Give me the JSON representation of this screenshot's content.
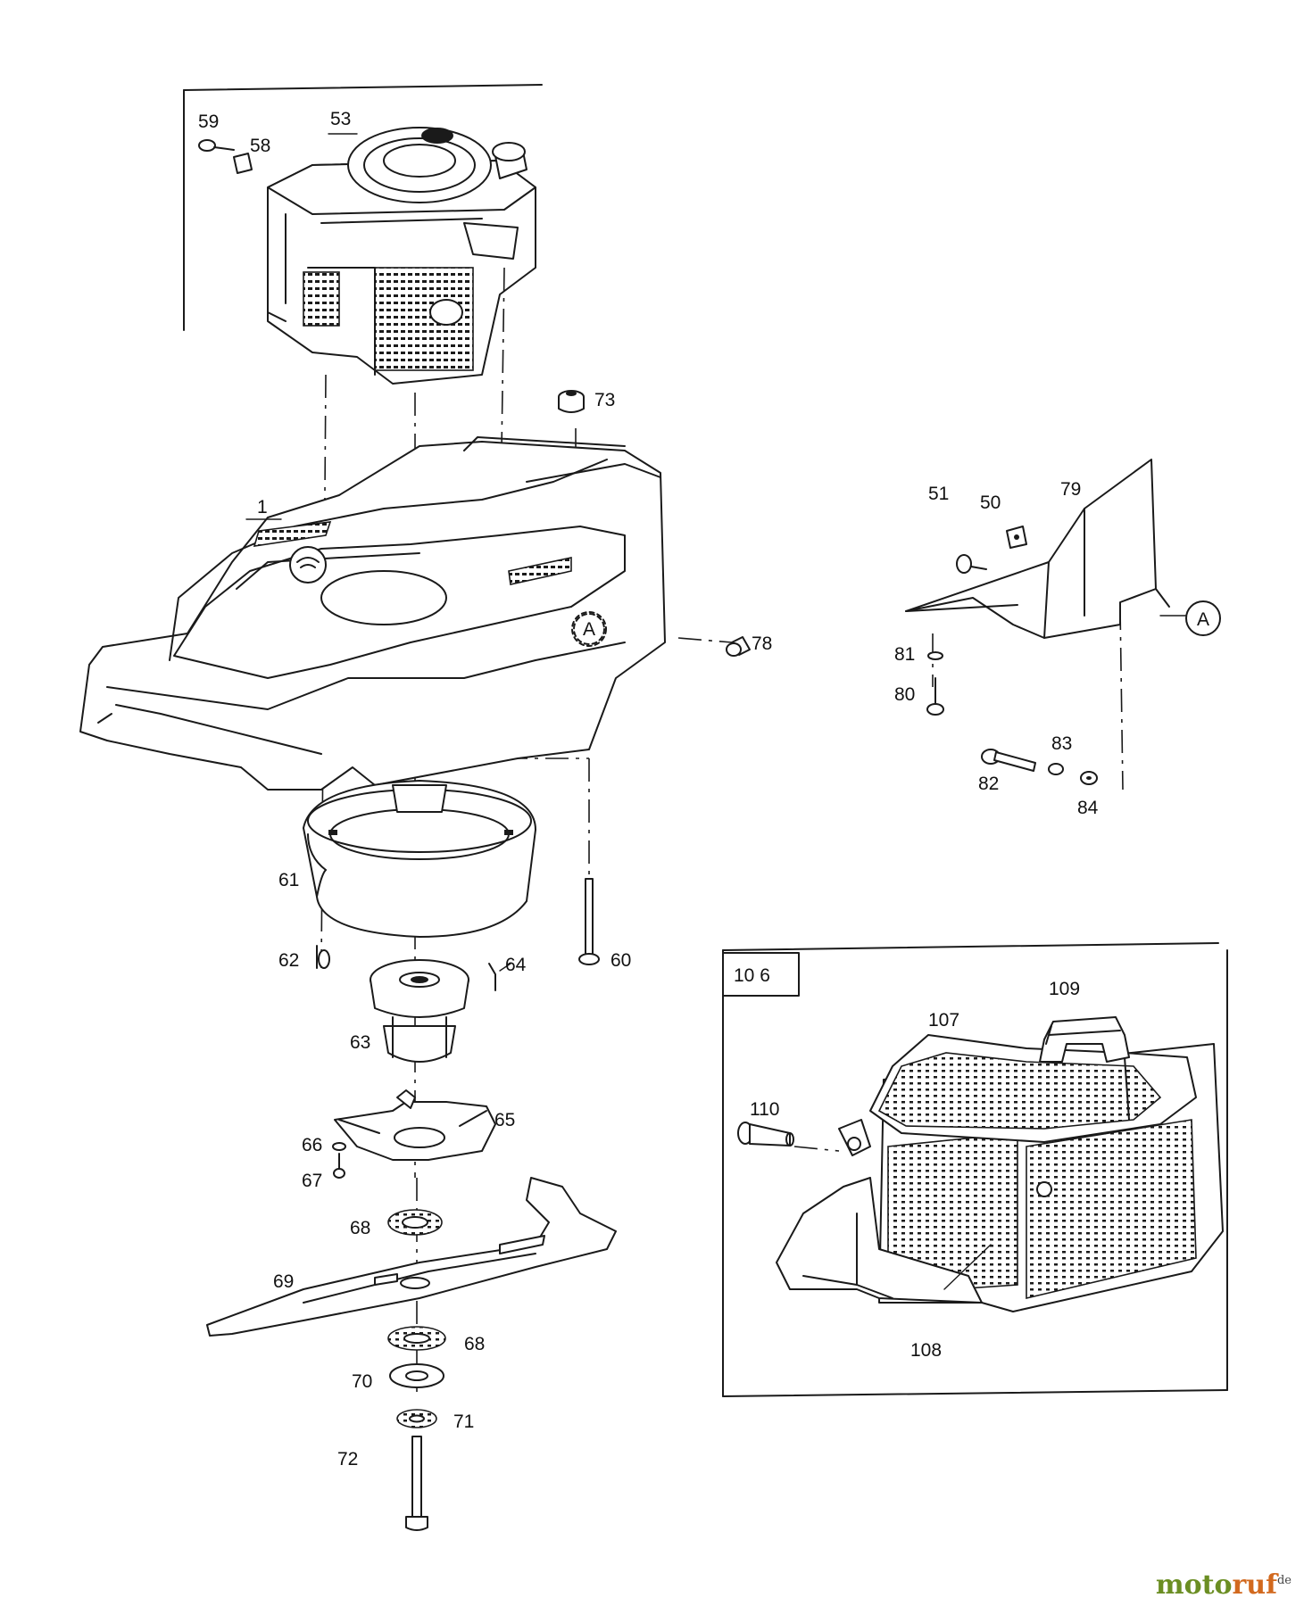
{
  "labels": {
    "l59": "59",
    "l58": "58",
    "l53": "53",
    "l73": "73",
    "l1": "1",
    "l51": "51",
    "l50": "50",
    "l79": "79",
    "lA1": "A",
    "lA2": "A",
    "l78": "78",
    "l81": "81",
    "l80": "80",
    "l83": "83",
    "l82": "82",
    "l84": "84",
    "l61": "61",
    "l62": "62",
    "l64": "64",
    "l60": "60",
    "l63": "63",
    "l65": "65",
    "l66": "66",
    "l67": "67",
    "l68a": "68",
    "l69": "69",
    "l68b": "68",
    "l70": "70",
    "l71": "71",
    "l72": "72",
    "l106": "10 6",
    "l109": "109",
    "l107": "107",
    "l110": "110",
    "l108": "108"
  },
  "brand": {
    "part1": "moto",
    "part2": "ruf",
    "tld": "de"
  },
  "colors": {
    "ink": "#1a1a1a",
    "brand_green": "#6b8e23",
    "brand_orange": "#d2691e"
  }
}
